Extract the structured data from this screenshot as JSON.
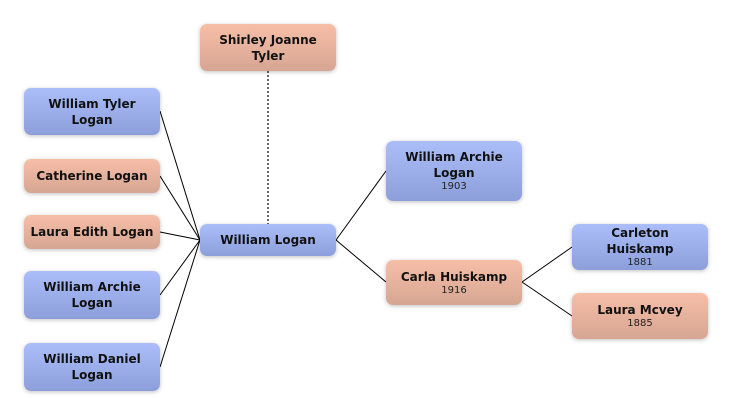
{
  "nodes": {
    "spouse": {
      "name": "Shirley Joanne Tyler",
      "gender": "female"
    },
    "root": {
      "name": "William Logan",
      "gender": "male"
    },
    "father": {
      "name": "William Archie Logan",
      "year": "1903",
      "gender": "male"
    },
    "mother": {
      "name": "Carla Huiskamp",
      "year": "1916",
      "gender": "female"
    },
    "maternal_grandfather": {
      "name": "Carleton Huiskamp",
      "year": "1881",
      "gender": "male"
    },
    "maternal_grandmother": {
      "name": "Laura Mcvey",
      "year": "1885",
      "gender": "female"
    },
    "children": [
      {
        "name": "William Tyler Logan",
        "gender": "male"
      },
      {
        "name": "Catherine Logan",
        "gender": "female"
      },
      {
        "name": "Laura Edith Logan",
        "gender": "female"
      },
      {
        "name": "William Archie Logan",
        "gender": "male"
      },
      {
        "name": "William Daniel Logan",
        "gender": "male"
      }
    ]
  },
  "colors": {
    "male": "#9db0ec",
    "female": "#eab4a0",
    "line": "#000000"
  }
}
